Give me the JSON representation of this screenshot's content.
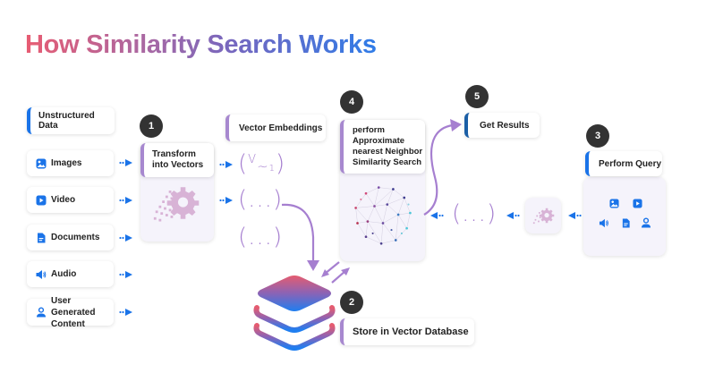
{
  "title": "How Similarity Search Works",
  "colors": {
    "blue_accent": "#1a73e8",
    "purple_accent": "#a788cf",
    "navy_accent": "#1b5fa6",
    "badge": "#333333",
    "panel_bg": "#f5f3fb",
    "title_gradient": [
      "#e85c72",
      "#7367c0",
      "#2f7ce8"
    ]
  },
  "sources": {
    "header": "Unstructured Data",
    "items": [
      {
        "label": "Images",
        "icon": "image-icon"
      },
      {
        "label": "Video",
        "icon": "video-play-icon"
      },
      {
        "label": "Documents",
        "icon": "document-icon"
      },
      {
        "label": "Audio",
        "icon": "audio-speaker-icon"
      },
      {
        "label": "User Generated Content",
        "icon": "user-icon"
      }
    ]
  },
  "steps": [
    {
      "number": "1",
      "label": "Transform into Vectors",
      "icon": "gear-pixel-icon"
    },
    {
      "number": "2",
      "label": "Store in Vector Database",
      "icon": "database-stack-icon"
    },
    {
      "number": "3",
      "label": "Perform Query",
      "icons": [
        "image-icon",
        "video-play-icon",
        "audio-speaker-icon",
        "document-icon",
        "user-icon"
      ]
    },
    {
      "number": "4",
      "label": "perform Approximate nearest Neighbor Similarity Search",
      "icon": "network-sphere-icon"
    },
    {
      "number": "5",
      "label": "Get Results"
    }
  ],
  "embeddings": {
    "header": "Vector Embeddings",
    "vectors": [
      "(V~1)",
      "(...)",
      "(...)"
    ],
    "v1_main": "V",
    "v1_sub": "~",
    "v1_index": "1",
    "ellipsis": "(...)"
  },
  "query_vector": "(...)"
}
